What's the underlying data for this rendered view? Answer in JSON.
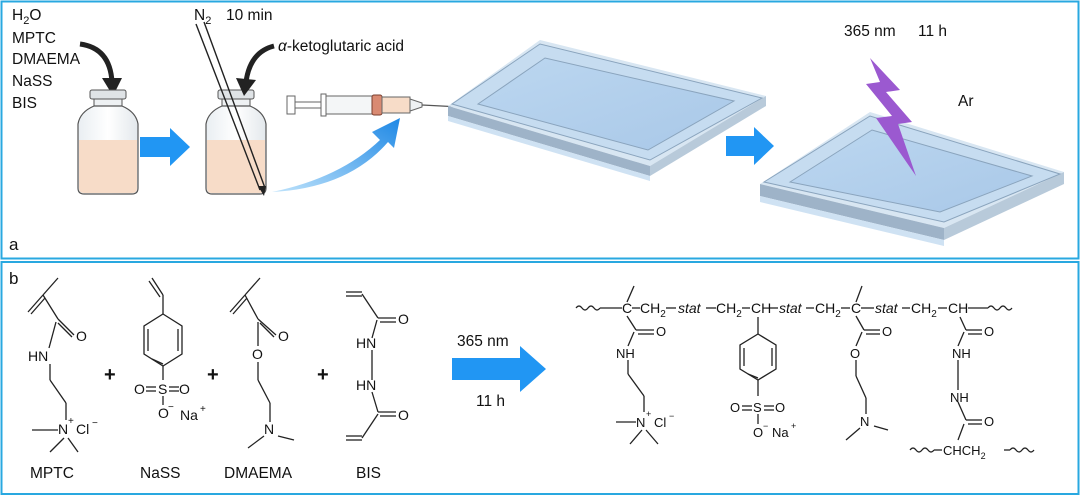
{
  "panel_a": {
    "label": "a",
    "reagents": [
      "H2O",
      "MPTC",
      "DMAEMA",
      "NaSS",
      "BIS"
    ],
    "h2o_main": "H",
    "h2o_sub": "2",
    "h2o_end": "O",
    "n2_main": "N",
    "n2_sub": "2",
    "n2_time": "10 min",
    "initiator_alpha": "α",
    "initiator_rest": "-ketoglutaric acid",
    "uv_wavelength": "365 nm",
    "uv_time": "11 h",
    "atmosphere": "Ar"
  },
  "panel_b": {
    "label": "b",
    "monomers": [
      "MPTC",
      "NaSS",
      "DMAEMA",
      "BIS"
    ],
    "plus": "+",
    "arrow_top": "365 nm",
    "arrow_bottom": "11 h",
    "atoms": {
      "O": "O",
      "HN": "HN",
      "NH": "NH",
      "N": "N",
      "N_plus": "+",
      "Cl": "Cl",
      "Cl_minus": "−",
      "S": "S",
      "Na": "Na",
      "Na_plus": "+",
      "O_minus": "−"
    },
    "polymer": {
      "C": "C",
      "CH": "CH",
      "CH2": "CH",
      "sub2": "2",
      "stat": "stat",
      "chain_end": "CHCH"
    }
  },
  "colors": {
    "frame": "#29a8e0",
    "arrow": "#1e90e8",
    "liquid": "#f7dcc8",
    "glass": "#cfe2f3",
    "glass_edge": "#9eb3c8",
    "uv": "#9b59d0"
  }
}
